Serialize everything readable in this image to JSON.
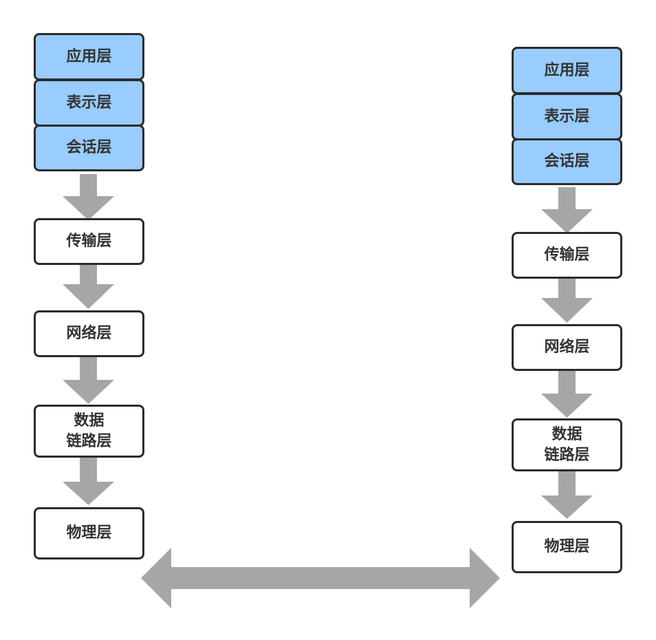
{
  "colors": {
    "upper_fill": "#99ccff",
    "lower_fill": "#ffffff",
    "border": "#2b2b2b",
    "arrow": "#a6a6a6",
    "text": "#333333"
  },
  "left_stack": {
    "application": "应用层",
    "presentation": "表示层",
    "session": "会话层",
    "transport": "传输层",
    "network": "网络层",
    "datalink": "数据\n链路层",
    "physical": "物理层"
  },
  "right_stack": {
    "application": "应用层",
    "presentation": "表示层",
    "session": "会话层",
    "transport": "传输层",
    "network": "网络层",
    "datalink": "数据\n链路层",
    "physical": "物理层"
  }
}
